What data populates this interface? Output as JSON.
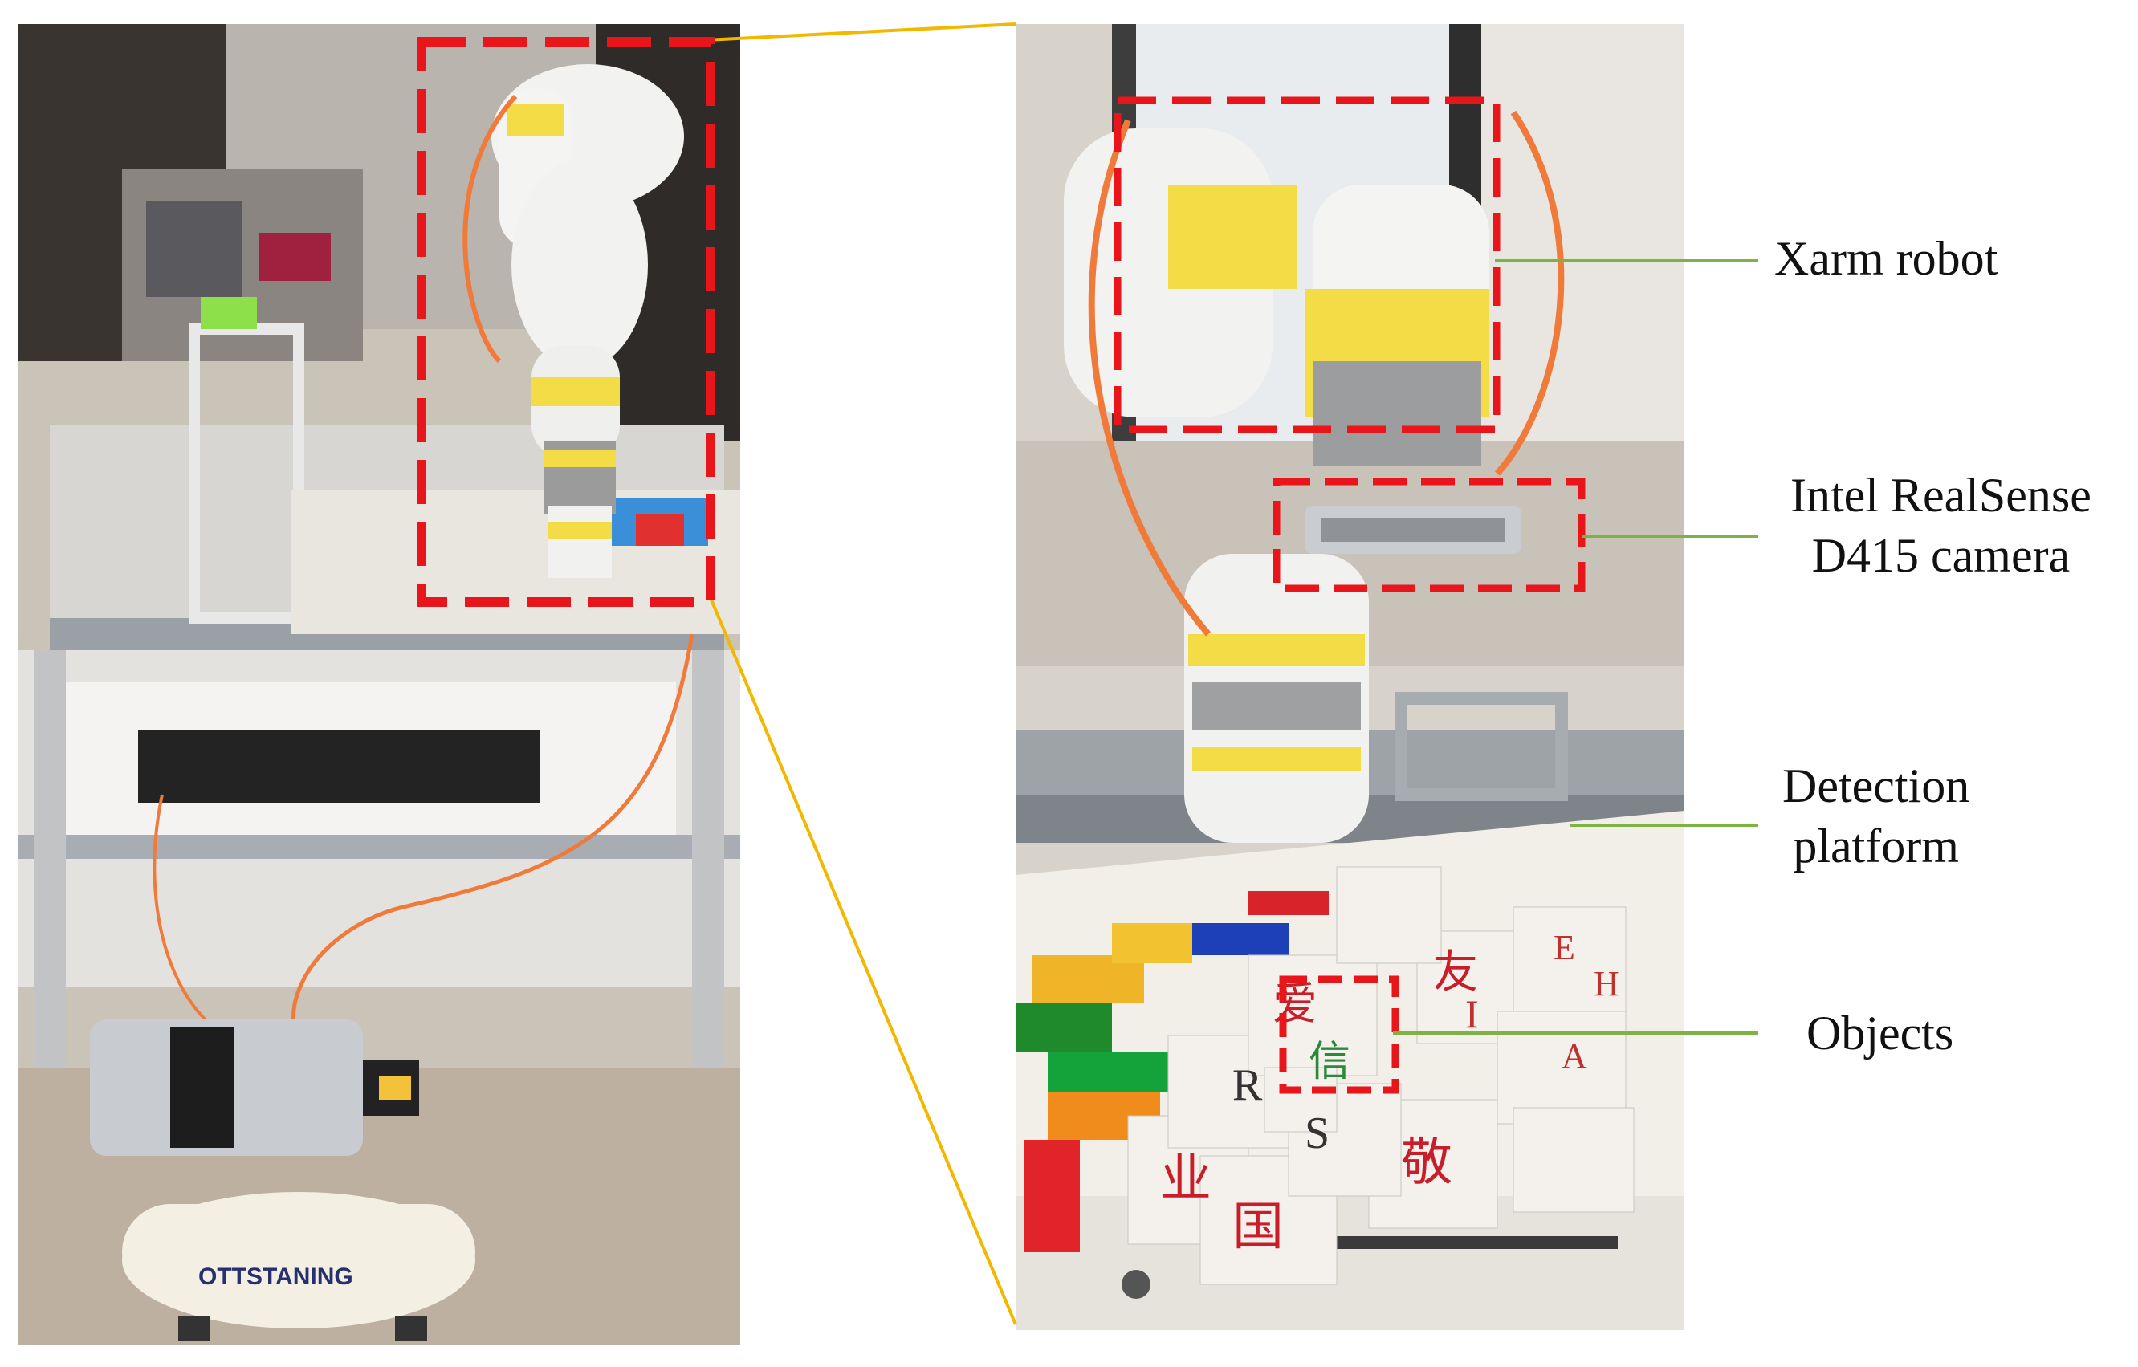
{
  "labels": {
    "xarm": "Xarm robot",
    "camera_line1": "Intel RealSense",
    "camera_line2": "D415 camera",
    "platform_line1": "Detection",
    "platform_line2": "platform",
    "objects": "Objects"
  },
  "scene_text": {
    "compressor_brand": "OTTSTANING",
    "block_letters": [
      "R",
      "S",
      "I",
      "E",
      "H",
      "A"
    ],
    "block_glyphs": [
      "业",
      "国",
      "敬",
      "友",
      "爱",
      "信"
    ]
  },
  "colors": {
    "highlight_box": "#e8161a",
    "zoom_connector": "#f2b800",
    "leader_line": "#7cb342",
    "robot_tape": "#f3dc45",
    "hose": "#f07a3a"
  }
}
